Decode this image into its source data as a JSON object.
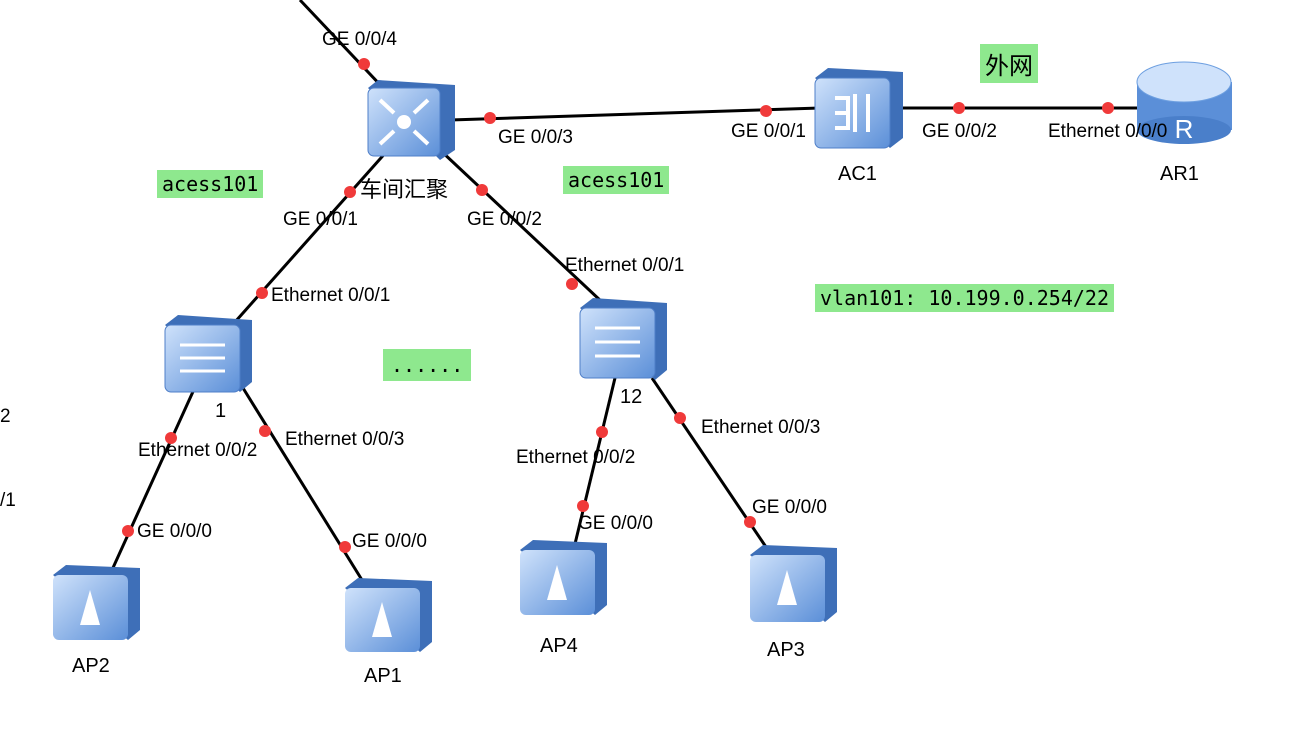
{
  "nodes": {
    "core": "车间汇聚",
    "ac": "AC1",
    "ar": "AR1",
    "sw1": "1",
    "sw12": "12",
    "ap1": "AP1",
    "ap2": "AP2",
    "ap3": "AP3",
    "ap4": "AP4"
  },
  "ports": {
    "core_up": "GE 0/0/4",
    "core_ac": "GE 0/0/3",
    "ac_core": "GE 0/0/1",
    "ac_ar": "GE 0/0/2",
    "ar_ac": "Ethernet 0/0/0",
    "core_sw1": "GE 0/0/1",
    "sw1_core": "Ethernet 0/0/1",
    "core_sw12": "GE 0/0/2",
    "sw12_core": "Ethernet 0/0/1",
    "sw1_ap2": "Ethernet 0/0/2",
    "ap2_sw1": "GE 0/0/0",
    "sw1_ap1": "Ethernet 0/0/3",
    "ap1_sw1": "GE 0/0/0",
    "sw12_ap4": "Ethernet 0/0/2",
    "ap4_sw12": "GE 0/0/0",
    "sw12_ap3": "Ethernet 0/0/3",
    "ap3_sw12": "GE 0/0/0"
  },
  "notes": {
    "wan": "外网",
    "access_left": "acess101",
    "access_right": "acess101",
    "vlan": "vlan101: 10.199.0.254/22",
    "more": "......"
  },
  "edge_fragments": {
    "a": "2",
    "b": "/1"
  },
  "colors": {
    "note_bg": "#8ee88e",
    "port_dot": "#f03a3a",
    "device": "#6d9fe0"
  }
}
